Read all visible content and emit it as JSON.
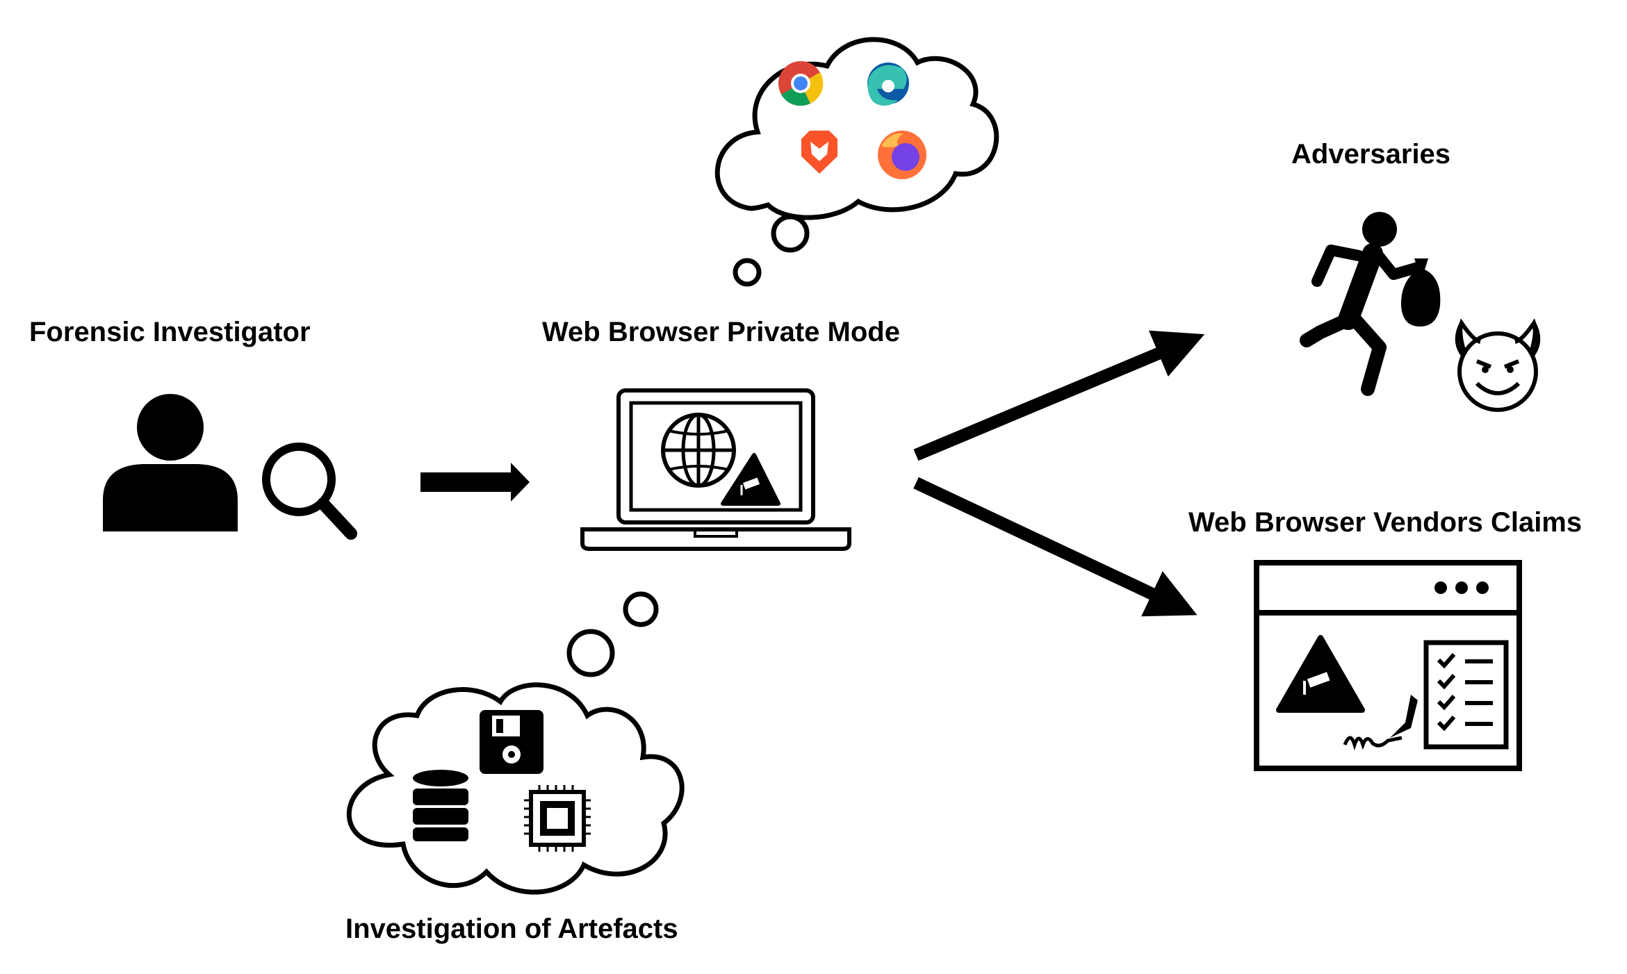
{
  "labels": {
    "forensic_investigator": "Forensic Investigator",
    "web_browser_private_mode": "Web Browser Private Mode",
    "investigation_of_artefacts": "Investigation of Artefacts",
    "adversaries": "Adversaries",
    "web_browser_vendors_claims": "Web Browser Vendors Claims"
  },
  "icons": {
    "investigator": [
      "person-icon",
      "magnifier-icon"
    ],
    "private_mode": [
      "laptop-icon",
      "globe-icon",
      "incognito-warning-icon"
    ],
    "browsers_thought": [
      "chrome-icon",
      "edge-icon",
      "brave-icon",
      "firefox-icon"
    ],
    "artefacts_thought": [
      "floppy-disk-icon",
      "database-icon",
      "cpu-chip-icon"
    ],
    "adversaries": [
      "running-thief-icon",
      "money-bag-icon",
      "devil-face-icon"
    ],
    "vendors": [
      "browser-window-icon",
      "incognito-warning-icon",
      "checklist-icon",
      "signature-pen-icon"
    ]
  },
  "colors": {
    "ink": "#000000",
    "background": "#ffffff",
    "chrome_red": "#db4437",
    "chrome_yellow": "#f4c20d",
    "chrome_green": "#0f9d58",
    "chrome_blue": "#4285f4",
    "edge_blue": "#0c59a4",
    "edge_teal": "#36c1b0",
    "brave_orange": "#fb542b",
    "firefox_orange": "#ff7139",
    "firefox_purple": "#7542e5"
  }
}
